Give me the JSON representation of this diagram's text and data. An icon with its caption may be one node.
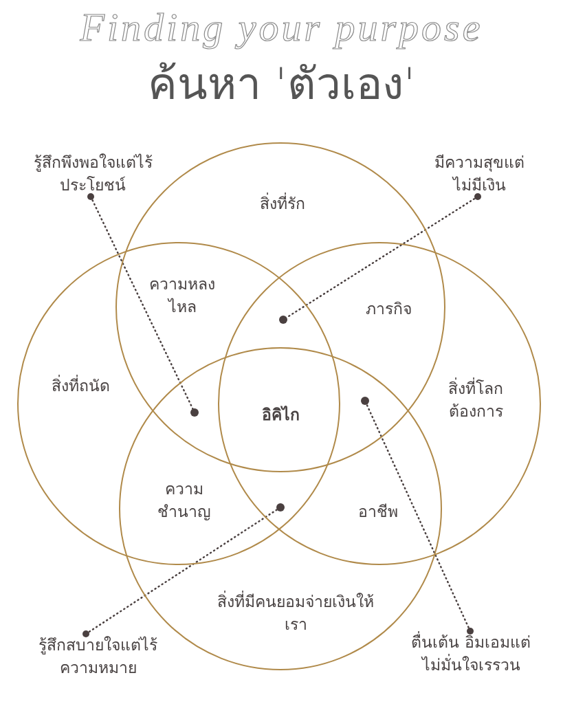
{
  "diagram": {
    "title": "Finding your purpose",
    "nodes": [
      {
        "text": [
          "สิ่งที่รัก"
        ]
      },
      {
        "text": [
          "สิ่งที่ถนัด"
        ]
      },
      {
        "text": [
          "สิ่งที่โลกต้องการ"
        ]
      },
      {
        "text": [
          "สิ่งที่มีคนยอมจ่ายเงินให้เรา"
        ]
      },
      {
        "text": [
          "รู้สึกพึงพอใจแต่ไร้ประโยชน์"
        ]
      },
      {
        "text": [],
        "shape": "circle"
      },
      {
        "text": [
          "มีความสุขแต่ไม่มีเงิน"
        ]
      },
      {
        "text": [],
        "shape": "circle"
      },
      {
        "text": [
          "รู้สึกสบายใจแต่ไร้ความหมาย"
        ]
      },
      {
        "text": [],
        "shape": "circle"
      },
      {
        "text": [
          "ตื่นเต้น อิ่มเอมแต่ไม่มั่นใจเรรวน"
        ]
      },
      {
        "text": [],
        "shape": "circle"
      }
    ],
    "edges": [
      {
        "from": 4,
        "to": 5,
        "arrow": "other",
        "style": "dashed"
      },
      {
        "from": 6,
        "to": 7,
        "arrow": "other",
        "style": "dashed"
      },
      {
        "from": 8,
        "to": 9,
        "arrow": "other",
        "style": "dashed"
      },
      {
        "from": 10,
        "to": 11,
        "arrow": "other",
        "style": "dashed"
      }
    ],
    "labels": [
      "ค้นหา 'ตัวเอง'",
      "ความหลงไหล",
      "ภารกิจ",
      "อิคิไก",
      "ความชำนาญ",
      "อาชีพ"
    ]
  }
}
